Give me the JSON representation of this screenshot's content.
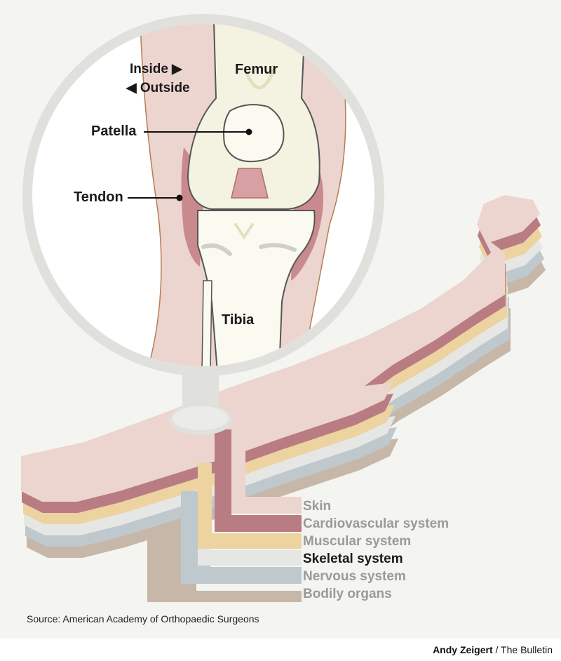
{
  "labels": {
    "inside": "Inside ▶",
    "outside": "◀ Outside",
    "femur": "Femur",
    "patella": "Patella",
    "tendon": "Tendon",
    "tibia": "Tibia"
  },
  "layers": [
    {
      "name": "Skin",
      "color": "#ecd4cf",
      "text_color": "#9a9a9a"
    },
    {
      "name": "Cardiovascular system",
      "color": "#b97c82",
      "text_color": "#9a9a9a"
    },
    {
      "name": "Muscular system",
      "color": "#ecd3a0",
      "text_color": "#9a9a9a"
    },
    {
      "name": "Skeletal system",
      "color": "#e6e6e4",
      "text_color": "#1a1a1a"
    },
    {
      "name": "Nervous system",
      "color": "#bfc8cd",
      "text_color": "#9a9a9a"
    },
    {
      "name": "Bodily organs",
      "color": "#c6b7a9",
      "text_color": "#9a9a9a"
    }
  ],
  "source": "Source: American Academy of Orthopaedic Surgeons",
  "credit": {
    "author": "Andy Zeigert",
    "outlet": "/ The Bulletin"
  }
}
